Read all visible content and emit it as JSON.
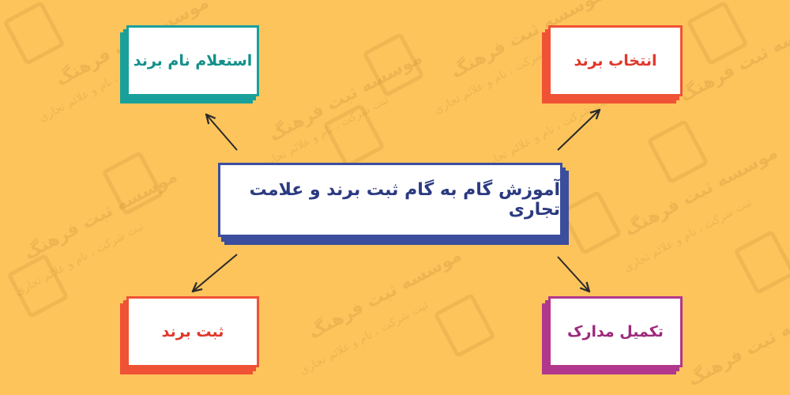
{
  "title": "آموزش گام به گام ثبت برند و علامت تجاری",
  "steps": {
    "inquiry": "استعلام نام برند",
    "selection": "انتخاب برند",
    "registration": "ثبت برند",
    "documents": "تکمیل مدارک"
  },
  "watermark": {
    "name": "موسسه ثبت فرهنگ",
    "tagline": "ثبت شرکت ، نام و علائم تجاری"
  },
  "colors": {
    "background": "#fdc45c",
    "center": "#3b4e9e",
    "inquiry": "#1aa09a",
    "selection": "#ef5234",
    "registration": "#ef5234",
    "documents": "#b1378c",
    "arrow": "#2a2a2a"
  }
}
